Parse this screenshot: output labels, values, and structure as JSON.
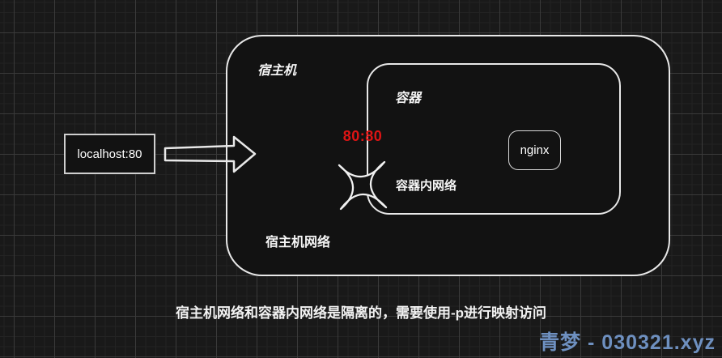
{
  "diagram": {
    "localhost_label": "localhost:80",
    "port_mapping": "80:80",
    "host": {
      "title": "宿主机",
      "network_label": "宿主机网络"
    },
    "container": {
      "title": "容器",
      "network_label": "容器内网络",
      "nginx_label": "nginx"
    },
    "caption": "宿主机网络和容器内网络是隔离的，需要使用-p进行映射访问",
    "watermark": "青梦 - 030321.xyz",
    "icons": {
      "arrow": "right-block-arrow-icon",
      "star": "network-junction-star-icon"
    },
    "colors": {
      "background": "#191919",
      "grid_minor": "#232323",
      "grid_major": "#3a3a3a",
      "node_fill": "#121212",
      "stroke": "#e8e8e8",
      "text": "#f5f5f5",
      "port_mapping_red": "#dd1414",
      "watermark_blue": "#6e90c0"
    }
  }
}
